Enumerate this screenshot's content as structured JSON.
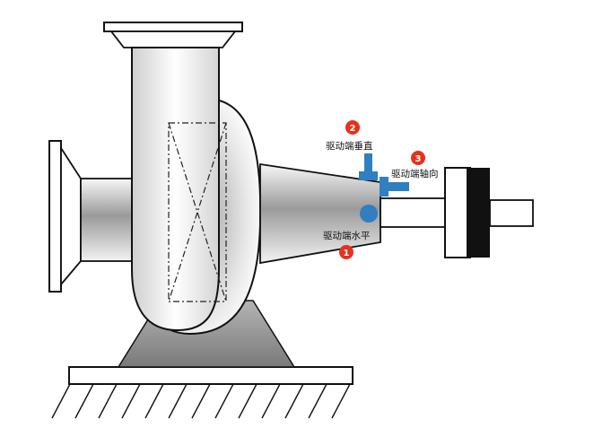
{
  "points": [
    {
      "number": "1",
      "label": "驱动端水平",
      "color": "#e8301c"
    },
    {
      "number": "2",
      "label": "驱动端垂直",
      "color": "#e8301c"
    },
    {
      "number": "3",
      "label": "驱动端轴向",
      "color": "#e8301c"
    }
  ],
  "colors": {
    "sensor": "#2f7fc1",
    "badge": "#e8301c",
    "outline": "#111111",
    "coupling_dark": "#111111"
  }
}
